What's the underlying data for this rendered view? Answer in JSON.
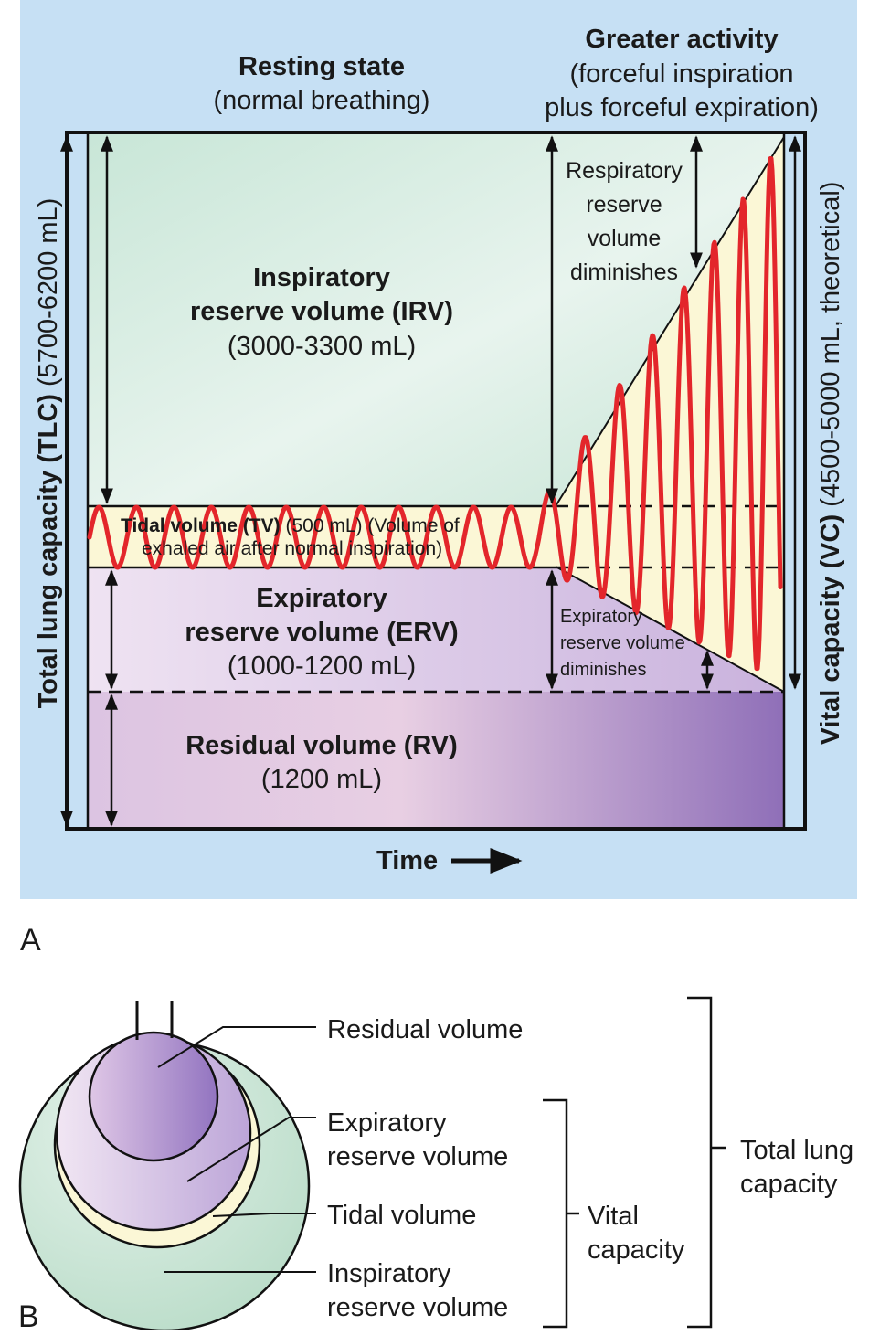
{
  "panel_a": {
    "panel_letter": "A",
    "resting": {
      "title": "Resting state",
      "subtitle": "(normal breathing)"
    },
    "greater": {
      "title": "Greater activity",
      "line1": "(forceful inspiration",
      "line2": "plus forceful expiration)"
    },
    "irv": {
      "line1": "Inspiratory",
      "line2": "reserve volume (IRV)",
      "range": "(3000-3300 mL)"
    },
    "respiratory_note": {
      "line1": "Respiratory",
      "line2": "reserve",
      "line3": "volume",
      "line4": "diminishes"
    },
    "tidal": {
      "bold": "Tidal volume (TV)",
      "rest": " (500 mL) (Volume of",
      "line2": "exhaled air after normal inspiration)"
    },
    "erv": {
      "line1": "Expiratory",
      "line2": "reserve volume (ERV)",
      "range": "(1000-1200 mL)"
    },
    "expiratory_note": {
      "line1": "Expiratory",
      "line2": "reserve volume",
      "line3": "diminishes"
    },
    "rv": {
      "line1": "Residual volume (RV)",
      "range": "(1200 mL)"
    },
    "tlc": {
      "bold": "Total lung capacity (TLC)",
      "rest": " (5700-6200 mL)"
    },
    "vc": {
      "bold": "Vital capacity (VC)",
      "rest": " (4500-5000 mL, theoretical)"
    },
    "time_label": "Time",
    "colors": {
      "background": "#c6e0f4",
      "irv": "#cfe8dc",
      "tidal": "#fbf7d6",
      "erv": "#e6d6ec",
      "rv": "#a98cc6",
      "wave": "#e3262b"
    }
  },
  "panel_b": {
    "panel_letter": "B",
    "labels": {
      "residual": "Residual volume",
      "expiratory_1": "Expiratory",
      "expiratory_2": "reserve volume",
      "tidal": "Tidal volume",
      "inspiratory_1": "Inspiratory",
      "inspiratory_2": "reserve volume"
    },
    "vital": {
      "line1": "Vital",
      "line2": "capacity"
    },
    "total": {
      "line1": "Total lung",
      "line2": "capacity"
    }
  }
}
